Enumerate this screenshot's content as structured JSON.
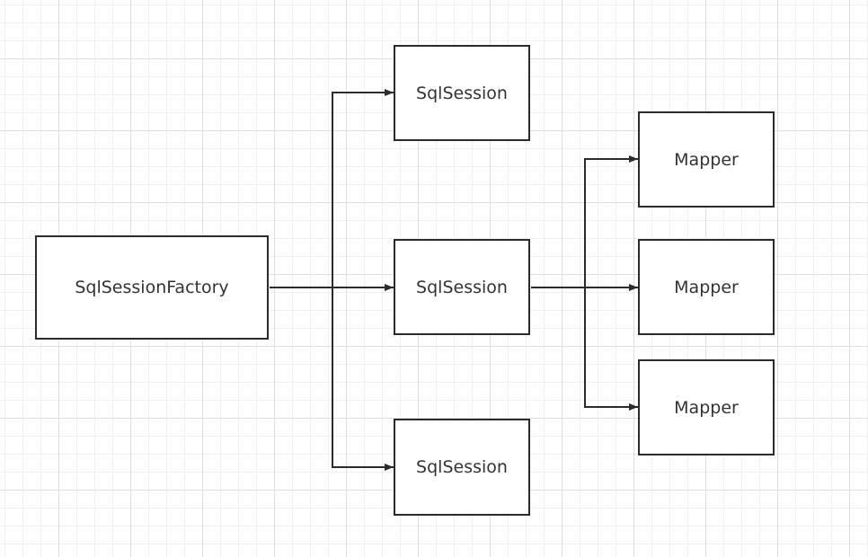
{
  "diagram": {
    "root": {
      "label": "SqlSessionFactory"
    },
    "sessions": [
      {
        "label": "SqlSession"
      },
      {
        "label": "SqlSession"
      },
      {
        "label": "SqlSession"
      }
    ],
    "mappers": [
      {
        "label": "Mapper"
      },
      {
        "label": "Mapper"
      },
      {
        "label": "Mapper"
      }
    ]
  }
}
